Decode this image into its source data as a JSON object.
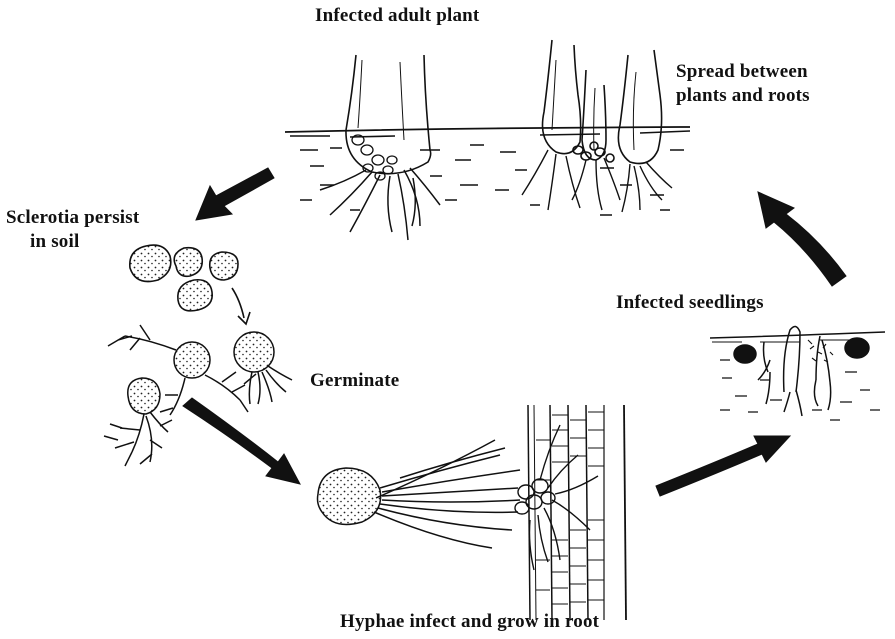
{
  "labels": {
    "infected_adult_plant": "Infected adult plant",
    "spread_line1": "Spread between",
    "spread_line2": "plants and roots",
    "sclerotia_line1": "Sclerotia persist",
    "sclerotia_line2": "in soil",
    "germinate": "Germinate",
    "infected_seedlings": "Infected seedlings",
    "hyphae": "Hyphae infect and grow in root"
  },
  "colors": {
    "ink": "#111111",
    "background": "#ffffff"
  }
}
